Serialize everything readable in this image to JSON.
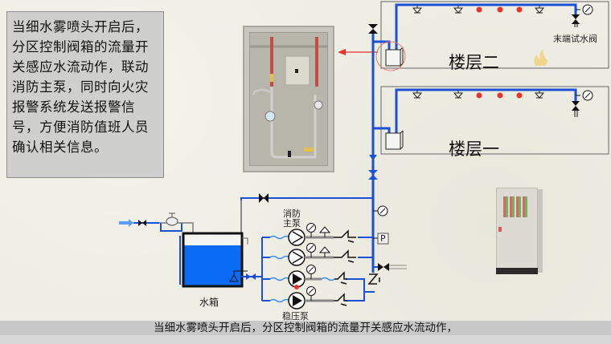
{
  "description": {
    "text": "当细水雾喷头开启后，分区控制阀箱的流量开关感应水流动作，联动消防主泵，同时向火灾报警系统发送报警信号，方便消防值班人员确认相关信息。"
  },
  "floors": [
    {
      "label": "楼层二"
    },
    {
      "label": "楼层一"
    }
  ],
  "labels": {
    "end_test_valve": "末端试水阀",
    "water_tank": "水箱",
    "main_pump": "消防\n主泵",
    "main_pump_line1": "消防",
    "main_pump_line2": "主泵",
    "pressure_pump": "稳压泵",
    "pressure_switch": "P"
  },
  "subtitle": "当细水雾喷头开启后，分区控制阀箱的流量开关感应水流动作，",
  "colors": {
    "pipe": "#1a4fd6",
    "water": "#0a6cf5",
    "highlight": "#e8322a",
    "grey_pipe": "#8a8a8a"
  },
  "icons": {
    "sprinkler": "sprinkler-head-icon",
    "active_nozzle": "red-dot-icon",
    "gauge": "pressure-gauge-icon",
    "valve": "gate-valve-icon",
    "check_valve": "check-valve-icon",
    "pump": "pump-icon",
    "flow_switch_box": "flow-switch-box-icon",
    "arrow": "red-arrow-icon",
    "fire": "fire-icon",
    "control_cabinet": "control-cabinet-icon"
  }
}
